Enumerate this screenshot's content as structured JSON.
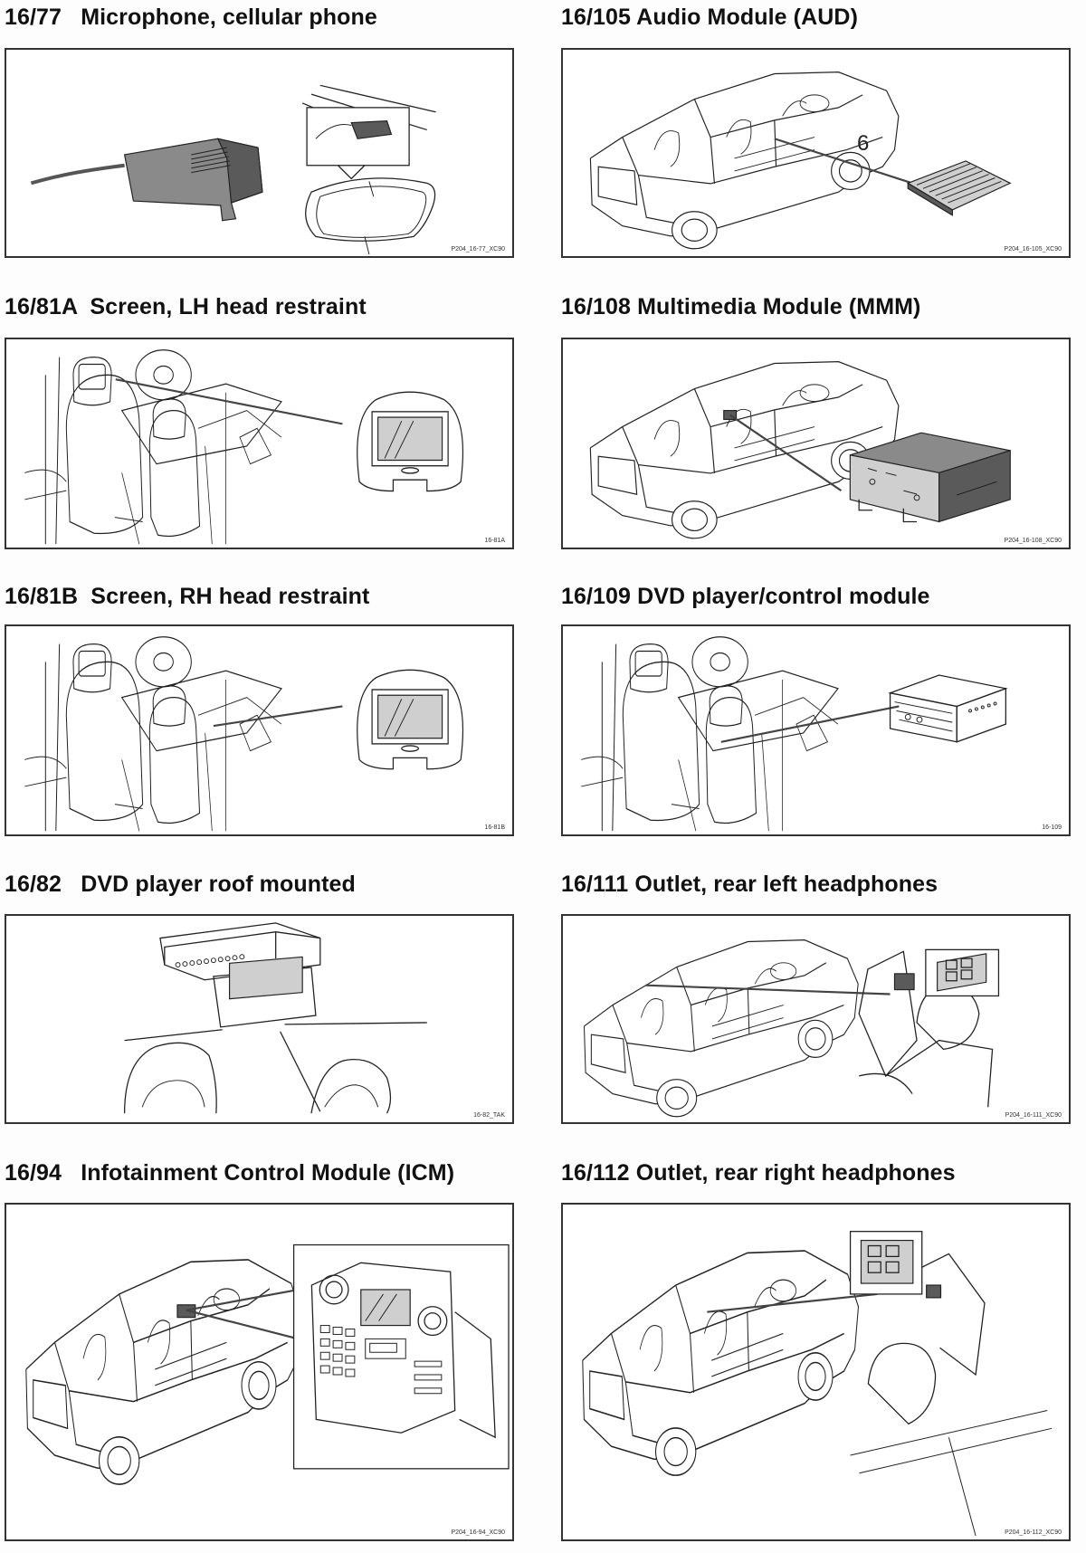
{
  "items": [
    {
      "title": "16/77   Microphone, cellular phone",
      "code": "P204_16-77_XC90"
    },
    {
      "title": "16/105 Audio Module (AUD)",
      "code": "P204_16-105_XC90",
      "callout": "6"
    },
    {
      "title": "16/81A  Screen, LH head restraint",
      "code": "16-81A"
    },
    {
      "title": "16/108 Multimedia Module (MMM)",
      "code": "P204_16-108_XC90"
    },
    {
      "title": "16/81B  Screen, RH head restraint",
      "code": "16-81B"
    },
    {
      "title": "16/109 DVD player/control module",
      "code": "16-109"
    },
    {
      "title": "16/82   DVD player roof mounted",
      "code": "16-82_TAK"
    },
    {
      "title": "16/111 Outlet, rear left headphones",
      "code": "P204_16-111_XC90"
    },
    {
      "title": "16/94   Infotainment Control Module (ICM)",
      "code": "P204_16-94_XC90"
    },
    {
      "title": "16/112 Outlet, rear right headphones",
      "code": "P204_16-112_XC90"
    }
  ]
}
